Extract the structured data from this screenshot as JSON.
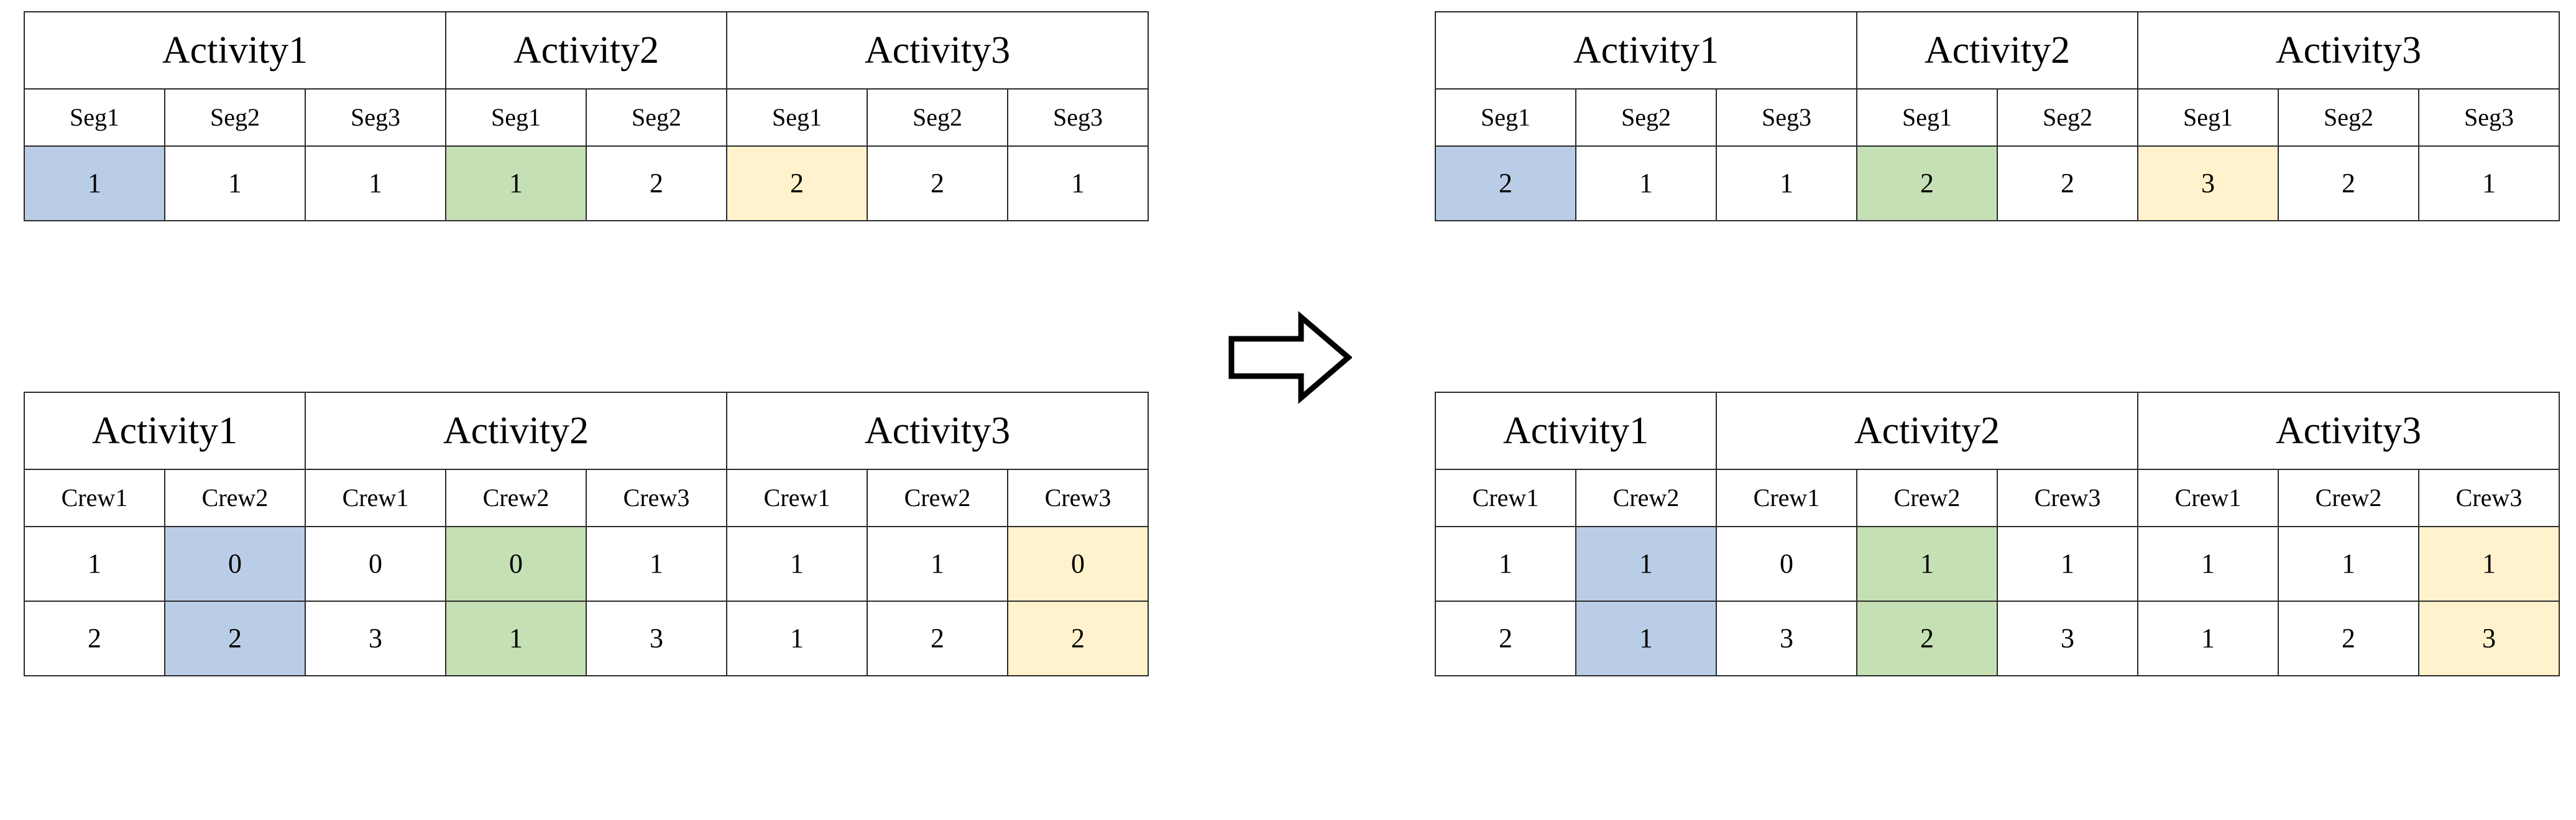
{
  "figure": {
    "arrow_icon": "right-arrow-icon",
    "colors": {
      "highlight_blue": "#BACDE6",
      "highlight_green": "#C5E0B4",
      "highlight_yellow": "#FFF2CC",
      "border": "#2B2B2B",
      "background": "#FFFFFF"
    }
  },
  "tables": {
    "before_segment": {
      "activities": [
        {
          "label": "Activity1",
          "span": 3
        },
        {
          "label": "Activity2",
          "span": 2
        },
        {
          "label": "Activity3",
          "span": 3
        }
      ],
      "sub_headers": [
        "Seg1",
        "Seg2",
        "Seg3",
        "Seg1",
        "Seg2",
        "Seg1",
        "Seg2",
        "Seg3"
      ],
      "rows": [
        {
          "values": [
            "1",
            "1",
            "1",
            "1",
            "2",
            "2",
            "2",
            "1"
          ]
        }
      ],
      "highlights": {
        "blue": [
          0
        ],
        "green": [
          3
        ],
        "yellow": [
          5
        ]
      }
    },
    "after_segment": {
      "activities": [
        {
          "label": "Activity1",
          "span": 3
        },
        {
          "label": "Activity2",
          "span": 2
        },
        {
          "label": "Activity3",
          "span": 3
        }
      ],
      "sub_headers": [
        "Seg1",
        "Seg2",
        "Seg3",
        "Seg1",
        "Seg2",
        "Seg1",
        "Seg2",
        "Seg3"
      ],
      "rows": [
        {
          "values": [
            "2",
            "1",
            "1",
            "2",
            "2",
            "3",
            "2",
            "1"
          ]
        }
      ],
      "highlights": {
        "blue": [
          0
        ],
        "green": [
          3
        ],
        "yellow": [
          5
        ]
      }
    },
    "before_crew": {
      "activities": [
        {
          "label": "Activity1",
          "span": 2
        },
        {
          "label": "Activity2",
          "span": 3
        },
        {
          "label": "Activity3",
          "span": 3
        }
      ],
      "sub_headers": [
        "Crew1",
        "Crew2",
        "Crew1",
        "Crew2",
        "Crew3",
        "Crew1",
        "Crew2",
        "Crew3"
      ],
      "rows": [
        {
          "values": [
            "1",
            "0",
            "0",
            "0",
            "1",
            "1",
            "1",
            "0"
          ]
        },
        {
          "values": [
            "2",
            "2",
            "3",
            "1",
            "3",
            "1",
            "2",
            "2"
          ]
        }
      ],
      "highlights": {
        "blue": [
          1
        ],
        "green": [
          3
        ],
        "yellow": [
          7
        ]
      }
    },
    "after_crew": {
      "activities": [
        {
          "label": "Activity1",
          "span": 2
        },
        {
          "label": "Activity2",
          "span": 3
        },
        {
          "label": "Activity3",
          "span": 3
        }
      ],
      "sub_headers": [
        "Crew1",
        "Crew2",
        "Crew1",
        "Crew2",
        "Crew3",
        "Crew1",
        "Crew2",
        "Crew3"
      ],
      "rows": [
        {
          "values": [
            "1",
            "1",
            "0",
            "1",
            "1",
            "1",
            "1",
            "1"
          ]
        },
        {
          "values": [
            "2",
            "1",
            "3",
            "2",
            "3",
            "1",
            "2",
            "3"
          ]
        }
      ],
      "highlights": {
        "blue": [
          1
        ],
        "green": [
          3
        ],
        "yellow": [
          7
        ]
      }
    }
  }
}
